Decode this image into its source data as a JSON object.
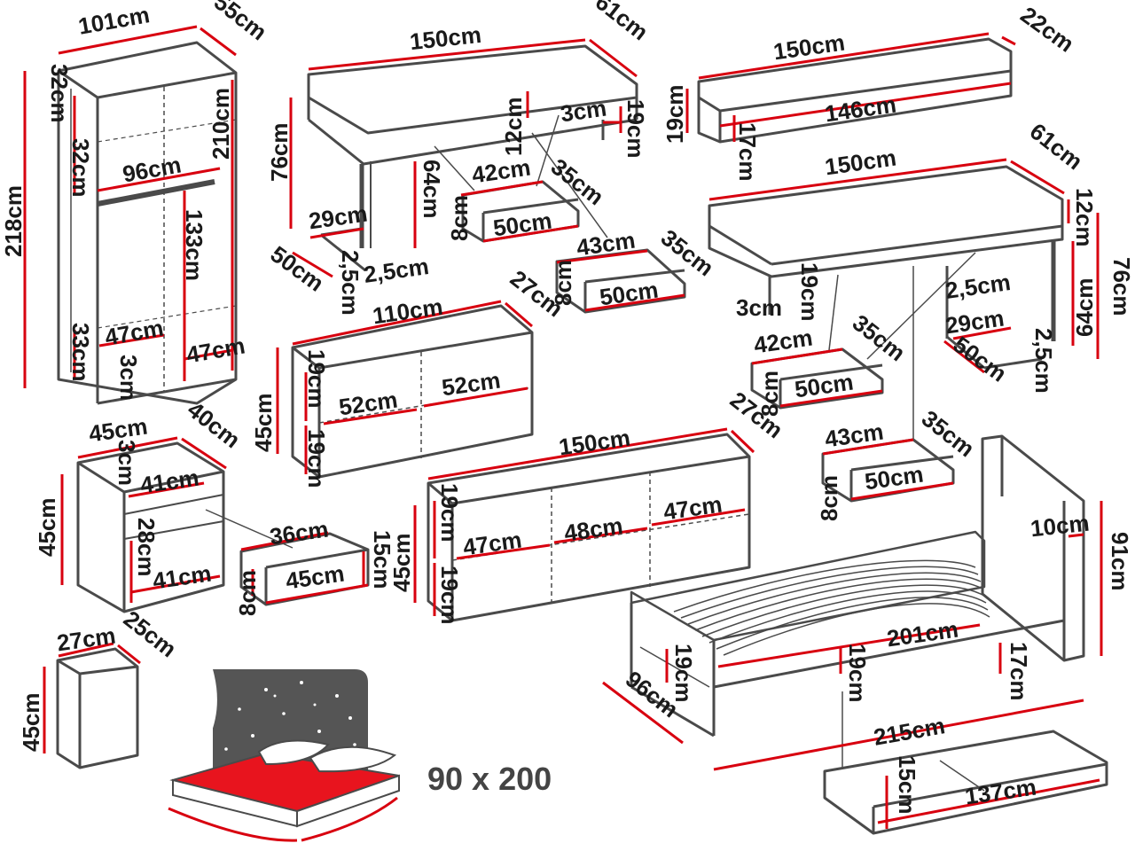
{
  "colors": {
    "outline": "#4a4a4a",
    "dim_line": "#d8000f",
    "text": "#1a1a1a",
    "bed_red": "#e8141e",
    "stars_bg": "#555555"
  },
  "wardrobe": {
    "width": "101cm",
    "depth": "55cm",
    "height": "218cm",
    "inner_height": "210cm",
    "shelf_top": "32cm",
    "shelf_second": "32cm",
    "inner_width": "96cm",
    "hanging": "133cm",
    "bottom_height": "33cm",
    "bottom_left": "47cm",
    "bottom_right": "47cm",
    "bottom_gap": "3cm"
  },
  "desk_a": {
    "width": "150cm",
    "depth": "61cm",
    "height": "76cm",
    "leg_inner": "64cm",
    "drawer_face": "12cm",
    "front_gap": "3cm",
    "front_h": "19cm",
    "foot_w": "29cm",
    "foot_d": "50cm",
    "foot_t1": "2,5cm",
    "foot_t2": "2,5cm"
  },
  "drawer_a1": {
    "w": "42cm",
    "d": "35cm",
    "h": "8cm",
    "face": "50cm"
  },
  "drawer_a2": {
    "w": "43cm",
    "d": "35cm",
    "h": "8cm",
    "face": "50cm"
  },
  "shelf": {
    "width": "150cm",
    "depth": "22cm",
    "height": "19cm",
    "inner": "146cm",
    "front": "17cm"
  },
  "desk_b": {
    "width": "150cm",
    "depth": "61cm",
    "top": "12cm",
    "height": "76cm",
    "leg_inner": "64cm",
    "front_gap": "3cm",
    "front_h": "19cm",
    "foot_t1": "2,5cm",
    "foot_t2": "2,5cm",
    "foot_w": "29cm",
    "foot_d": "50cm"
  },
  "drawer_b1": {
    "w": "42cm",
    "d": "35cm",
    "h": "8cm",
    "face": "50cm"
  },
  "drawer_b2": {
    "w": "43cm",
    "d": "35cm",
    "h": "8cm",
    "face": "50cm"
  },
  "wall_cab": {
    "width": "110cm",
    "depth": "27cm",
    "height": "45cm",
    "sec_h1": "19cm",
    "sec_h2": "19cm",
    "inner_l": "52cm",
    "inner_r": "52cm"
  },
  "nightstand": {
    "width": "45cm",
    "depth": "40cm",
    "height": "45cm",
    "top_gap": "3cm",
    "inner_top": "41cm",
    "inner_h": "28cm",
    "inner_bottom": "41cm"
  },
  "ns_drawer": {
    "w": "36cm",
    "face": "45cm",
    "h": "8cm",
    "face_h": "15cm"
  },
  "low_cab": {
    "width": "150cm",
    "depth": "27cm",
    "height": "45cm",
    "sec_h1": "19cm",
    "sec_h2": "19cm",
    "inner_1": "47cm",
    "inner_2": "48cm",
    "inner_3": "47cm"
  },
  "small_box": {
    "width": "27cm",
    "depth": "25cm",
    "height": "45cm"
  },
  "bed": {
    "head_t": "10cm",
    "head_h": "91cm",
    "length": "201cm",
    "side_h": "19cm",
    "front_h": "19cm",
    "drawer_h": "17cm",
    "width": "96cm",
    "total": "215cm",
    "mattress": "90 x 200"
  },
  "bed_drawer": {
    "h": "15cm",
    "len": "137cm"
  }
}
